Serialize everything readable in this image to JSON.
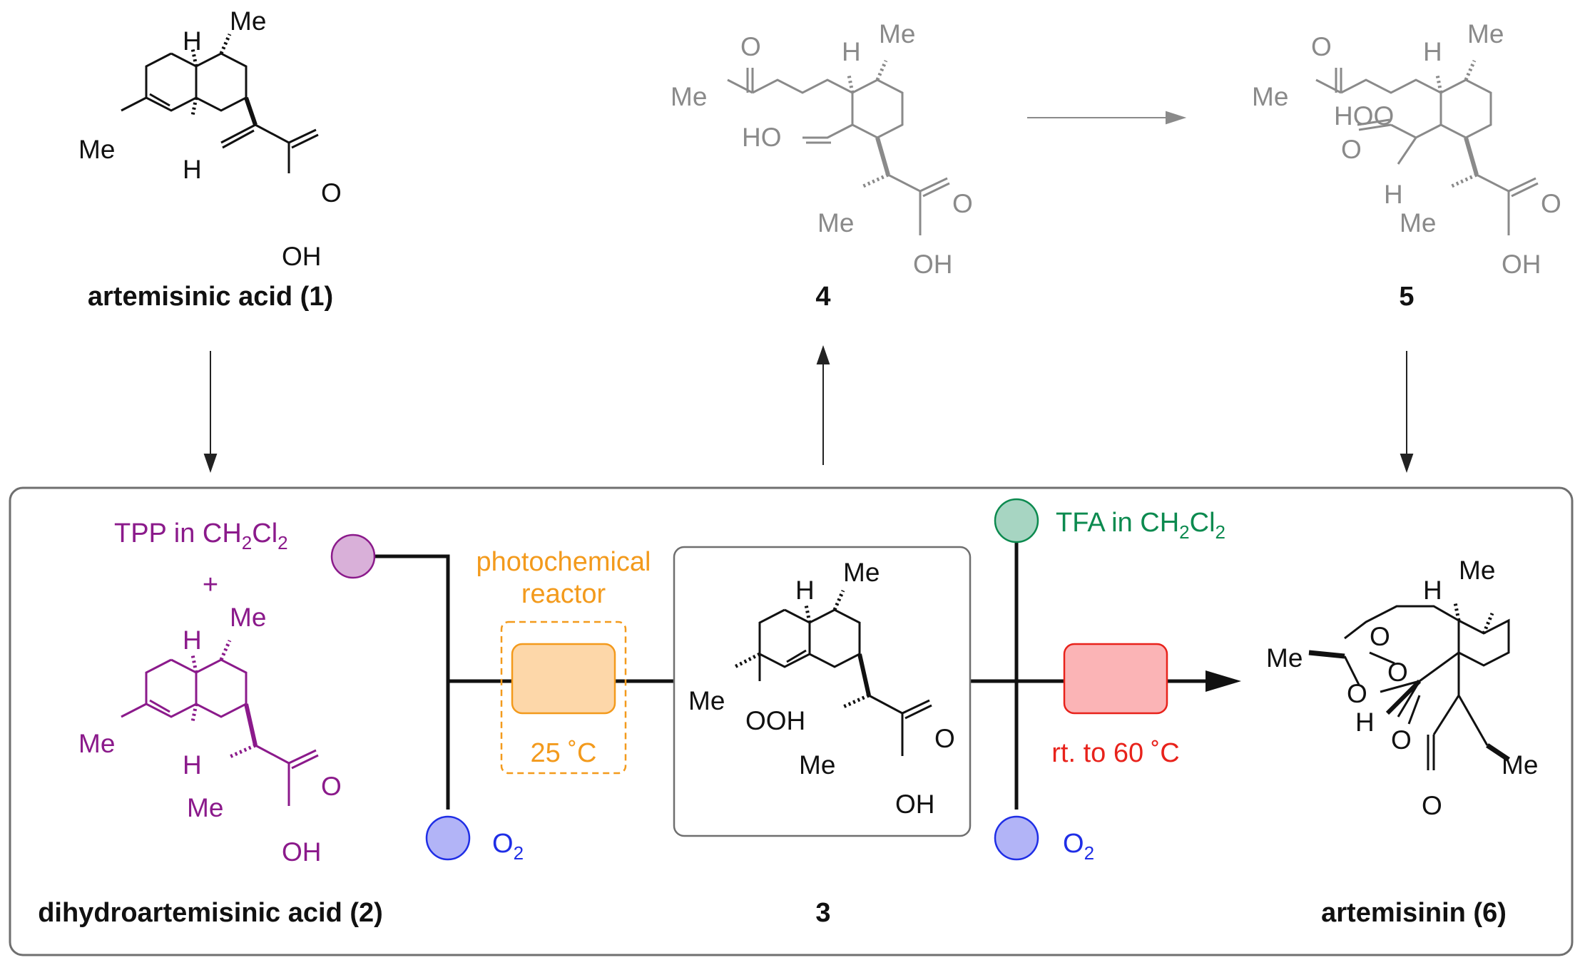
{
  "compounds": {
    "c1": {
      "name": "artemisinic acid (1)"
    },
    "c2": {
      "name": "dihydroartemisinic acid (2)"
    },
    "c3": {
      "name": "3"
    },
    "c4": {
      "name": "4"
    },
    "c5": {
      "name": "5"
    },
    "c6": {
      "name": "artemisinin (6)"
    }
  },
  "atoms": {
    "me": "Me",
    "h": "H",
    "o": "O",
    "oh": "OH",
    "ho": "HO",
    "hoo": "HOO",
    "ooh": "OOH"
  },
  "reagents": {
    "tpp_prefix": "TPP in CH",
    "tpp_sub1": "2",
    "tpp_mid": "Cl",
    "tpp_sub2": "2",
    "plus": "+",
    "tfa_prefix": "TFA in CH",
    "tfa_sub1": "2",
    "tfa_mid": "Cl",
    "tfa_sub2": "2",
    "o2_main": "O",
    "o2_sub": "2"
  },
  "reactor": {
    "line1": "photochemical",
    "line2": "reactor",
    "temp": "25 ˚C",
    "thermal_temp": "rt. to 60 ˚C"
  },
  "colors": {
    "purple": "#8b1a8b",
    "orange": "#f39a1c",
    "orange_fill": "#fdd7a9",
    "red": "#e8221b",
    "red_fill": "#fbb4b6",
    "green": "#0c8a4f",
    "green_fill": "#a7d5c2",
    "blue": "#1f2ee6",
    "blue_fill": "#b2b4f7",
    "purple_fill": "#d9b0d9",
    "grey": "#8a8a8a"
  }
}
